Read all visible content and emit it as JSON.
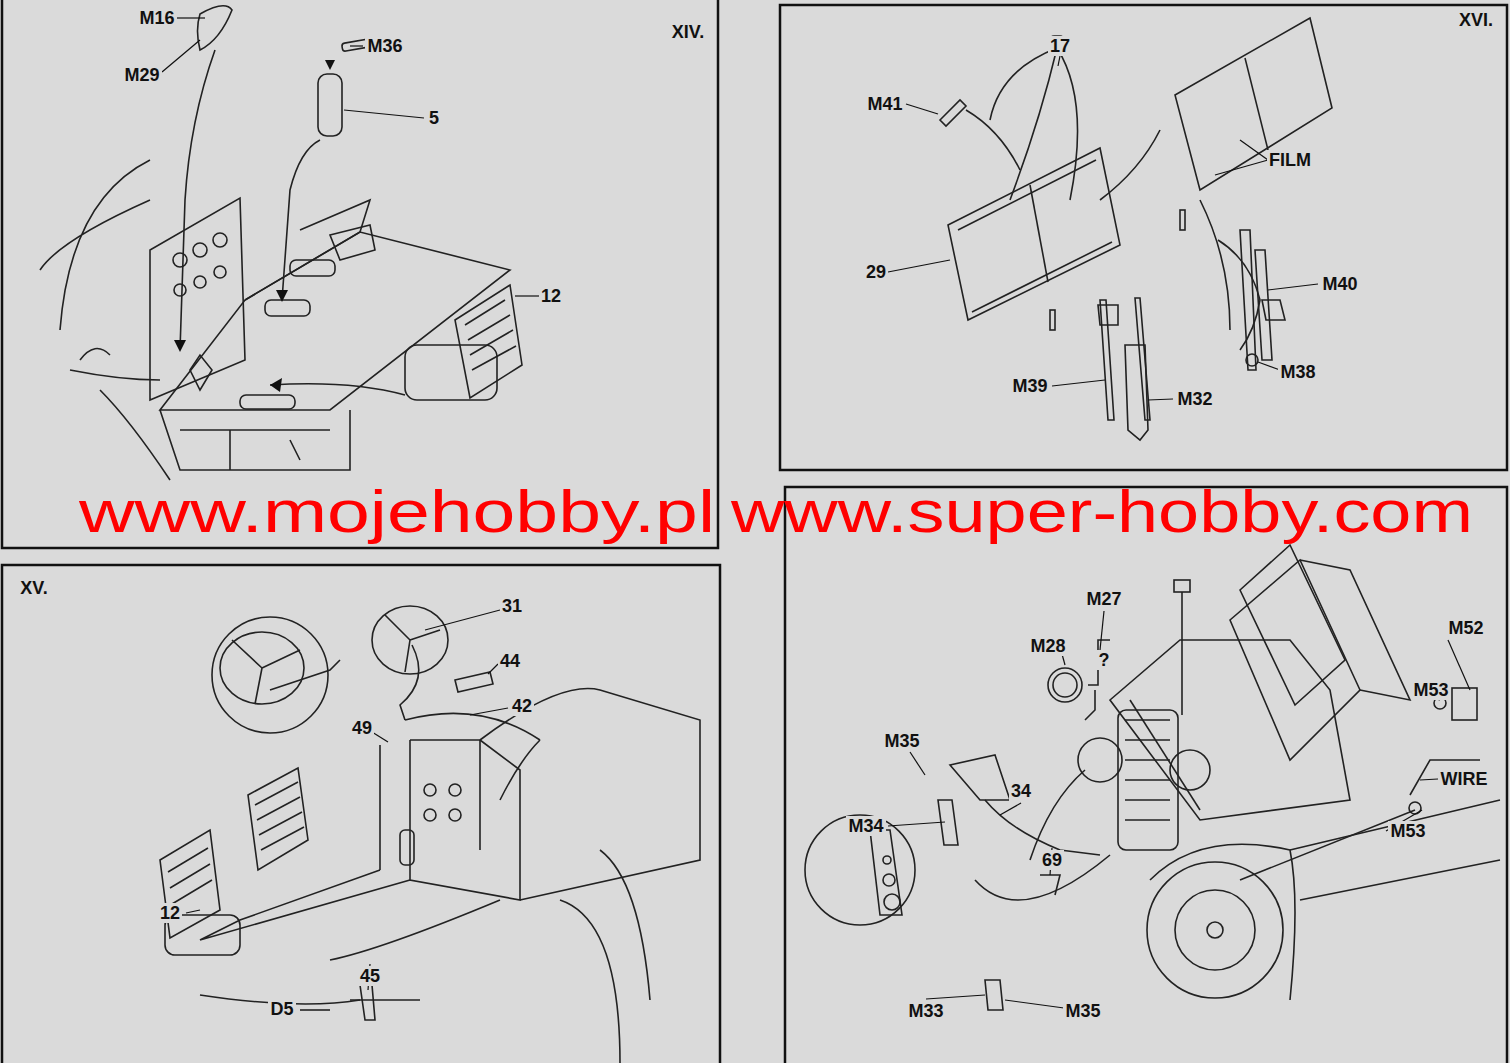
{
  "diagram": {
    "labels": [
      "XIV.",
      "M16",
      "M36",
      "M29",
      "5",
      "12",
      "XVI.",
      "17",
      "M41",
      "FILM",
      "29",
      "M40",
      "M38",
      "M39",
      "M32",
      "www.mojehobby.pl",
      "www.super-hobby.com",
      "XV.",
      "31",
      "44",
      "42",
      "49",
      "12",
      "45",
      "D5",
      "M27",
      "M52",
      "M28",
      "?",
      "M53",
      "M35",
      "WIRE",
      "34",
      "M34",
      "M53",
      "69",
      "M33",
      "M35"
    ]
  }
}
